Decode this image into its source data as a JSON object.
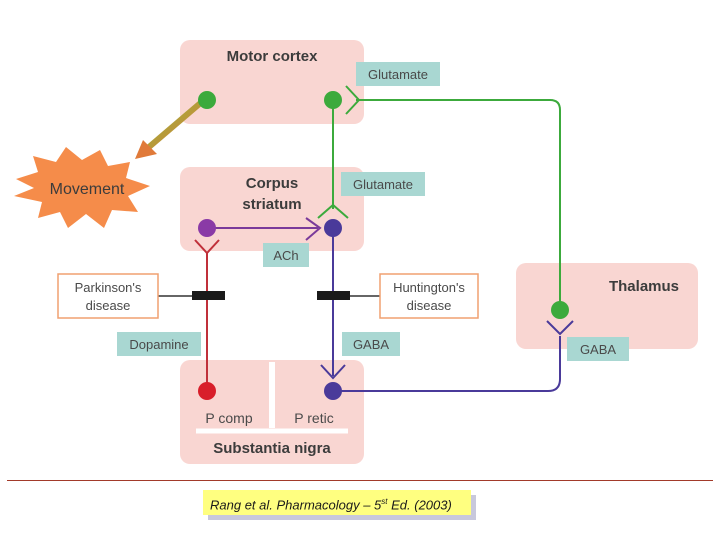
{
  "regions": {
    "motor_cortex": "Motor cortex",
    "corpus_line1": "Corpus",
    "corpus_line2": "striatum",
    "thalamus": "Thalamus",
    "substantia_nigra": "Substantia nigra",
    "p_comp": "P comp",
    "p_retic": "P retic",
    "movement": "Movement"
  },
  "transmitters": {
    "glutamate_cortex": "Glutamate",
    "glutamate_striatum": "Glutamate",
    "ach": "ACh",
    "dopamine": "Dopamine",
    "gaba_striatum": "GABA",
    "gaba_thalamus": "GABA"
  },
  "diseases": {
    "parkinsons_line1": "Parkinson's",
    "parkinsons_line2": "disease",
    "huntingtons_line1": "Huntington's",
    "huntingtons_line2": "disease"
  },
  "citation": {
    "prefix": "Rang et al. Pharmacology – 5",
    "superscript": "st",
    "suffix": " Ed. (2003)"
  },
  "colors": {
    "region_fill": "#f9d6d2",
    "tag_fill": "#a9d7d2",
    "glutamate_neuron": "#3caa3c",
    "cholinergic_neuron": "#7a3a9a",
    "gaba_neuron": "#4a3a9a",
    "dopamine_neuron": "#d81e2a",
    "movement_burst": "#f58c4a",
    "citation_highlight": "#ffff80"
  }
}
